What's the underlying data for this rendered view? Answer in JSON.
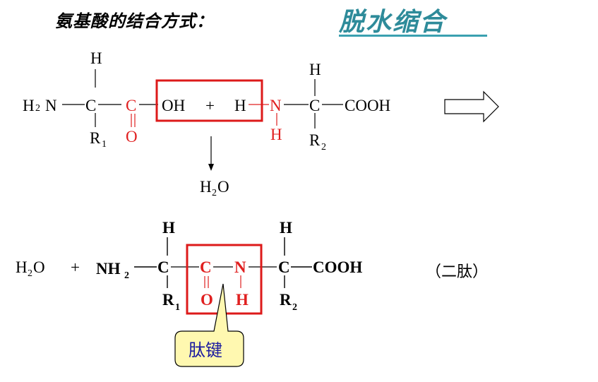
{
  "header": {
    "title": "氨基酸的结合方式：",
    "subtitle": "脱水缩合"
  },
  "reaction": {
    "amino_acid_1": {
      "h_top": "H",
      "amine_h": "H",
      "amine_sub": "2",
      "amine_n": "N",
      "alpha_c": "C",
      "r_group": "R",
      "r_sub": "1",
      "carbonyl_c": "C",
      "carbonyl_o": "O",
      "hydroxyl": "OH"
    },
    "plus": "+",
    "amino_acid_2": {
      "h_left": "H",
      "n": "N",
      "h_below_n": "H",
      "h_top": "H",
      "alpha_c": "C",
      "carboxyl": "COOH",
      "r_group": "R",
      "r_sub": "2"
    },
    "water": {
      "h": "H",
      "sub": "2",
      "o": "O"
    }
  },
  "product": {
    "water": {
      "h": "H",
      "sub": "2",
      "o": "O"
    },
    "plus": "+",
    "nh": "NH",
    "nh_sub": "2",
    "c1": "C",
    "c1_top": "H",
    "r1": "R",
    "r1_sub": "1",
    "c_carbonyl": "C",
    "o_carbonyl": "O",
    "n": "N",
    "h_n": "H",
    "c2": "C",
    "c2_top": "H",
    "r2": "R",
    "r2_sub": "2",
    "carboxyl": "COOH",
    "name": "（二肽）"
  },
  "callout": {
    "label": "肽键"
  },
  "colors": {
    "red": "#e02020",
    "box_red": "#dd1a1a",
    "teal": "#2e8b9a",
    "callout_fill": "#fff8b0",
    "callout_text": "#1a1aa0"
  },
  "icons": {
    "next_arrow": "right-outline-arrow-icon"
  }
}
